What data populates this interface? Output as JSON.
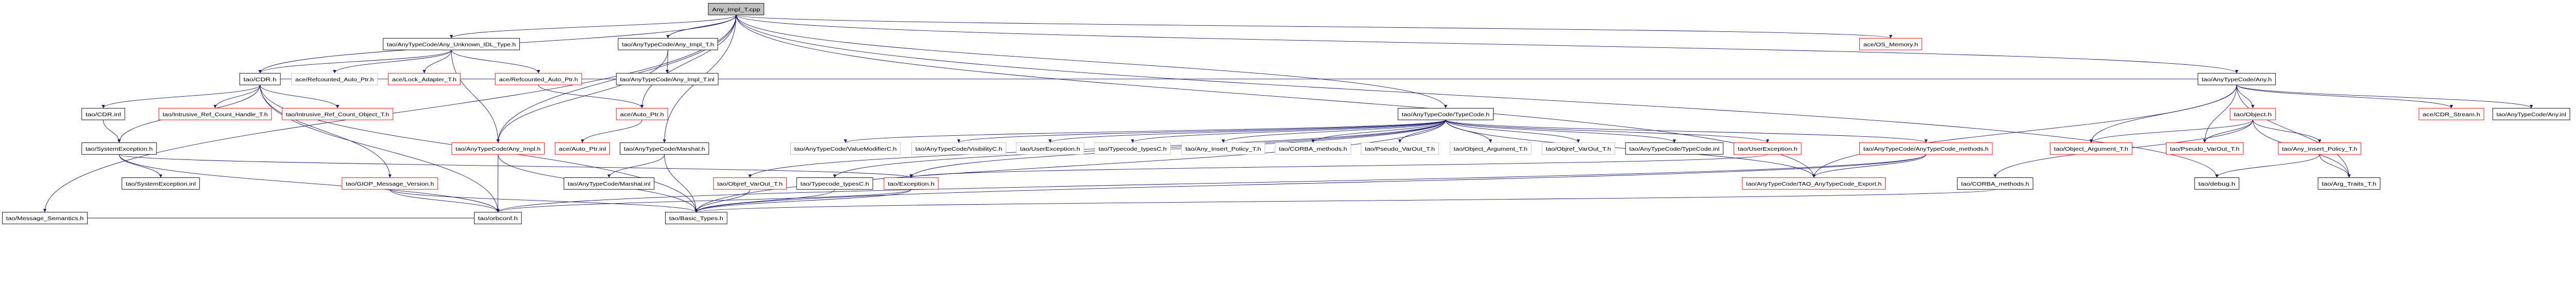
{
  "title": "Any_Impl_T.cpp",
  "colors": {
    "edge": "#191970",
    "documented": "#000000",
    "undocumented": "#ff0000",
    "external": "#bfbfbf",
    "root_fill": "#bfbfbf"
  },
  "nodes": [
    {
      "id": "n0",
      "label": "Any_Impl_T.cpp",
      "kind": "root"
    },
    {
      "id": "n1",
      "label": "tao/AnyTypeCode/Any_Unknown_IDL_Type.h",
      "kind": "documented"
    },
    {
      "id": "n2",
      "label": "tao/AnyTypeCode/Any_Impl_T.h",
      "kind": "documented"
    },
    {
      "id": "n3",
      "label": "ace/OS_Memory.h",
      "kind": "undocumented"
    },
    {
      "id": "n4",
      "label": "tao/CDR.h",
      "kind": "documented"
    },
    {
      "id": "n5",
      "label": "ace/Refcounted_Auto_Ptr.h",
      "kind": "external"
    },
    {
      "id": "n6",
      "label": "ace/Lock_Adapter_T.h",
      "kind": "undocumented"
    },
    {
      "id": "n7",
      "label": "ace/Refcounted_Auto_Ptr.h",
      "kind": "undocumented"
    },
    {
      "id": "n8",
      "label": "tao/AnyTypeCode/Any_Impl_T.inl",
      "kind": "documented"
    },
    {
      "id": "n9",
      "label": "tao/AnyTypeCode/Any.h",
      "kind": "documented"
    },
    {
      "id": "n10",
      "label": "tao/CDR.inl",
      "kind": "documented"
    },
    {
      "id": "n11",
      "label": "tao/Intrusive_Ref_Count_Handle_T.h",
      "kind": "undocumented"
    },
    {
      "id": "n12",
      "label": "tao/Intrusive_Ref_Count_Object_T.h",
      "kind": "undocumented"
    },
    {
      "id": "n13",
      "label": "ace/Auto_Ptr.h",
      "kind": "undocumented"
    },
    {
      "id": "n14",
      "label": "tao/AnyTypeCode/TypeCode.h",
      "kind": "documented"
    },
    {
      "id": "n15",
      "label": "tao/Object.h",
      "kind": "undocumented"
    },
    {
      "id": "n16",
      "label": "ace/CDR_Stream.h",
      "kind": "undocumented"
    },
    {
      "id": "n17",
      "label": "tao/AnyTypeCode/Any.inl",
      "kind": "documented"
    },
    {
      "id": "n18",
      "label": "tao/SystemException.h",
      "kind": "documented"
    },
    {
      "id": "n19",
      "label": "tao/AnyTypeCode/Any_Impl.h",
      "kind": "undocumented"
    },
    {
      "id": "n20",
      "label": "ace/Auto_Ptr.inl",
      "kind": "undocumented"
    },
    {
      "id": "n21",
      "label": "tao/AnyTypeCode/Marshal.h",
      "kind": "documented"
    },
    {
      "id": "n22",
      "label": "tao/AnyTypeCode/ValueModifierC.h",
      "kind": "external"
    },
    {
      "id": "n23",
      "label": "tao/AnyTypeCode/VisibilityC.h",
      "kind": "external"
    },
    {
      "id": "n24",
      "label": "tao/UserException.h",
      "kind": "external"
    },
    {
      "id": "n25",
      "label": "tao/Typecode_typesC.h",
      "kind": "external"
    },
    {
      "id": "n26",
      "label": "tao/Any_Insert_Policy_T.h",
      "kind": "external"
    },
    {
      "id": "n27",
      "label": "tao/CORBA_methods.h",
      "kind": "external"
    },
    {
      "id": "n28",
      "label": "tao/Pseudo_VarOut_T.h",
      "kind": "external"
    },
    {
      "id": "n29",
      "label": "tao/Object_Argument_T.h",
      "kind": "external"
    },
    {
      "id": "n30",
      "label": "tao/Objref_VarOut_T.h",
      "kind": "external"
    },
    {
      "id": "n31",
      "label": "tao/AnyTypeCode/TypeCode.inl",
      "kind": "documented"
    },
    {
      "id": "n32",
      "label": "tao/UserException.h",
      "kind": "undocumented"
    },
    {
      "id": "n33",
      "label": "tao/AnyTypeCode/AnyTypeCode_methods.h",
      "kind": "undocumented"
    },
    {
      "id": "n34",
      "label": "tao/Object_Argument_T.h",
      "kind": "undocumented"
    },
    {
      "id": "n35",
      "label": "tao/Pseudo_VarOut_T.h",
      "kind": "undocumented"
    },
    {
      "id": "n36",
      "label": "tao/Any_Insert_Policy_T.h",
      "kind": "undocumented"
    },
    {
      "id": "n37",
      "label": "tao/SystemException.inl",
      "kind": "documented"
    },
    {
      "id": "n38",
      "label": "tao/GIOP_Message_Version.h",
      "kind": "undocumented"
    },
    {
      "id": "n39",
      "label": "tao/AnyTypeCode/Marshal.inl",
      "kind": "documented"
    },
    {
      "id": "n40",
      "label": "tao/Objref_VarOut_T.h",
      "kind": "undocumented"
    },
    {
      "id": "n41",
      "label": "tao/Typecode_typesC.h",
      "kind": "documented"
    },
    {
      "id": "n42",
      "label": "tao/Exception.h",
      "kind": "undocumented"
    },
    {
      "id": "n43",
      "label": "tao/AnyTypeCode/TAO_AnyTypeCode_Export.h",
      "kind": "undocumented"
    },
    {
      "id": "n44",
      "label": "tao/CORBA_methods.h",
      "kind": "documented"
    },
    {
      "id": "n45",
      "label": "tao/debug.h",
      "kind": "documented"
    },
    {
      "id": "n46",
      "label": "tao/Arg_Traits_T.h",
      "kind": "documented"
    },
    {
      "id": "n47",
      "label": "tao/Message_Semantics.h",
      "kind": "documented"
    },
    {
      "id": "n48",
      "label": "tao/Basic_Types.h",
      "kind": "documented"
    },
    {
      "id": "n49",
      "label": "tao/orbconf.h",
      "kind": "documented"
    }
  ],
  "edges": [
    [
      "n0",
      "n1"
    ],
    [
      "n0",
      "n2"
    ],
    [
      "n0",
      "n3"
    ],
    [
      "n0",
      "n4"
    ],
    [
      "n0",
      "n9"
    ],
    [
      "n0",
      "n14"
    ],
    [
      "n0",
      "n19"
    ],
    [
      "n0",
      "n21"
    ],
    [
      "n0",
      "n13"
    ],
    [
      "n0",
      "n47"
    ],
    [
      "n0",
      "n45"
    ],
    [
      "n0",
      "n43"
    ],
    [
      "n2",
      "n8"
    ],
    [
      "n2",
      "n0"
    ],
    [
      "n2",
      "n19"
    ],
    [
      "n1",
      "n4"
    ],
    [
      "n1",
      "n5"
    ],
    [
      "n1",
      "n6"
    ],
    [
      "n1",
      "n7"
    ],
    [
      "n1",
      "n19"
    ],
    [
      "n7",
      "n13"
    ],
    [
      "n13",
      "n20"
    ],
    [
      "n4",
      "n10"
    ],
    [
      "n4",
      "n11"
    ],
    [
      "n4",
      "n12"
    ],
    [
      "n4",
      "n38"
    ],
    [
      "n4",
      "n18"
    ],
    [
      "n4",
      "n49"
    ],
    [
      "n4",
      "n48"
    ],
    [
      "n10",
      "n18"
    ],
    [
      "n18",
      "n37"
    ],
    [
      "n18",
      "n42"
    ],
    [
      "n18",
      "n49"
    ],
    [
      "n19",
      "n49"
    ],
    [
      "n19",
      "n48"
    ],
    [
      "n21",
      "n39"
    ],
    [
      "n21",
      "n48"
    ],
    [
      "n38",
      "n49"
    ],
    [
      "n38",
      "n48"
    ],
    [
      "n47",
      "n49"
    ],
    [
      "n14",
      "n22"
    ],
    [
      "n14",
      "n23"
    ],
    [
      "n14",
      "n24"
    ],
    [
      "n14",
      "n25"
    ],
    [
      "n14",
      "n26"
    ],
    [
      "n14",
      "n27"
    ],
    [
      "n14",
      "n28"
    ],
    [
      "n14",
      "n29"
    ],
    [
      "n14",
      "n30"
    ],
    [
      "n14",
      "n31"
    ],
    [
      "n14",
      "n32"
    ],
    [
      "n14",
      "n33"
    ],
    [
      "n14",
      "n43"
    ],
    [
      "n14",
      "n40"
    ],
    [
      "n14",
      "n41"
    ],
    [
      "n14",
      "n42"
    ],
    [
      "n14",
      "n48"
    ],
    [
      "n9",
      "n15"
    ],
    [
      "n9",
      "n35"
    ],
    [
      "n9",
      "n16"
    ],
    [
      "n9",
      "n17"
    ],
    [
      "n9",
      "n46"
    ],
    [
      "n9",
      "n43"
    ],
    [
      "n9",
      "n4"
    ],
    [
      "n9",
      "n34"
    ],
    [
      "n15",
      "n34"
    ],
    [
      "n15",
      "n35"
    ],
    [
      "n15",
      "n36"
    ],
    [
      "n15",
      "n44"
    ],
    [
      "n15",
      "n46"
    ],
    [
      "n36",
      "n46"
    ],
    [
      "n36",
      "n45"
    ],
    [
      "n33",
      "n43"
    ],
    [
      "n33",
      "n48"
    ],
    [
      "n33",
      "n49"
    ],
    [
      "n44",
      "n48"
    ],
    [
      "n40",
      "n48"
    ],
    [
      "n41",
      "n48"
    ],
    [
      "n42",
      "n48"
    ],
    [
      "n42",
      "n49"
    ],
    [
      "n32",
      "n42"
    ]
  ]
}
